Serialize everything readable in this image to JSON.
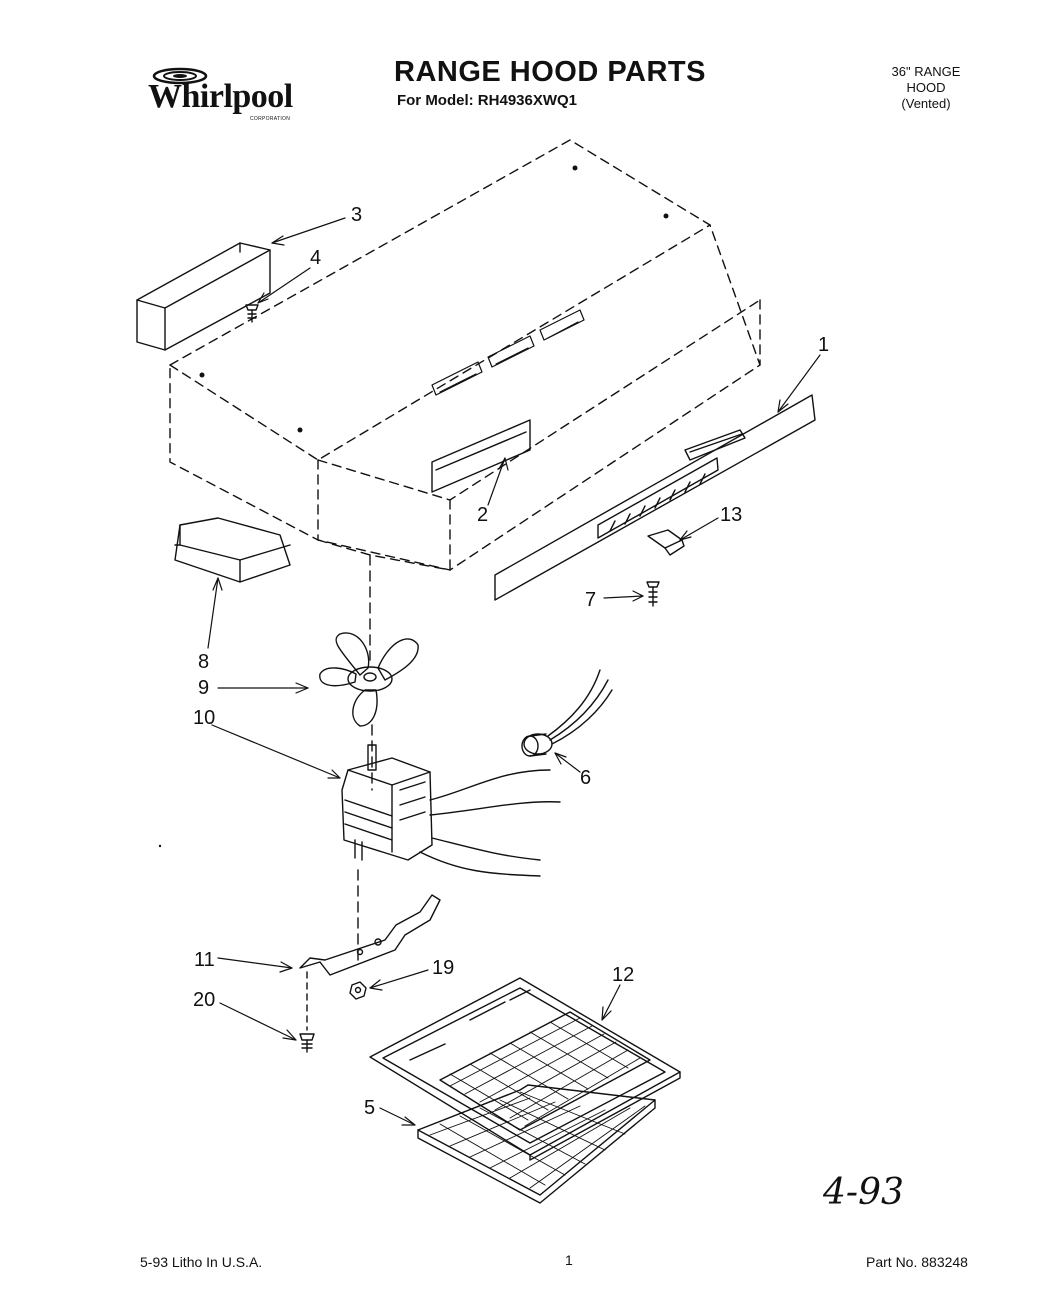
{
  "brand": {
    "name": "Whirlpool",
    "corporation": "CORPORATION"
  },
  "header": {
    "title": "RANGE HOOD PARTS",
    "subtitle": "For Model: RH4936XWQ1",
    "hood_type_lines": [
      "36\" RANGE",
      "HOOD",
      "(Vented)"
    ]
  },
  "callouts": [
    "1",
    "2",
    "3",
    "4",
    "5",
    "6",
    "7",
    "8",
    "9",
    "10",
    "11",
    "12",
    "13",
    "19",
    "20"
  ],
  "handwritten_note": "4-93",
  "footer": {
    "litho": "5-93 Litho In U.S.A.",
    "page": "1",
    "part_no": "Part No. 883248"
  },
  "colors": {
    "ink": "#111111",
    "paper": "#ffffff"
  }
}
